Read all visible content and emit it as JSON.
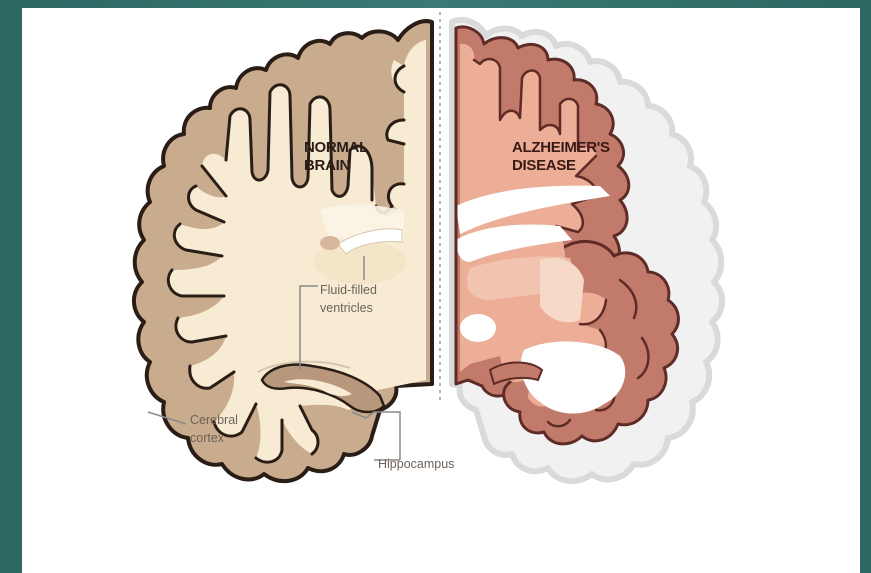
{
  "labels": {
    "normal": [
      "NORMAL",
      "BRAIN"
    ],
    "alzheimers": [
      "ALZHEIMER'S",
      "DISEASE"
    ],
    "ventricles": [
      "Fluid-filled",
      "ventricles"
    ],
    "cortex": [
      "Cerebral",
      "cortex"
    ],
    "hippocampus": "Hippocampus"
  },
  "colors": {
    "normal_fill": "#f7ecd3",
    "normal_cortex": "#c9ab8d",
    "normal_outline": "#2a1d16",
    "alz_fill": "#ecae96",
    "alz_cortex": "#c27a6a",
    "alz_outline": "#5e2b26",
    "alz_ghost": "#e6e6e6"
  }
}
